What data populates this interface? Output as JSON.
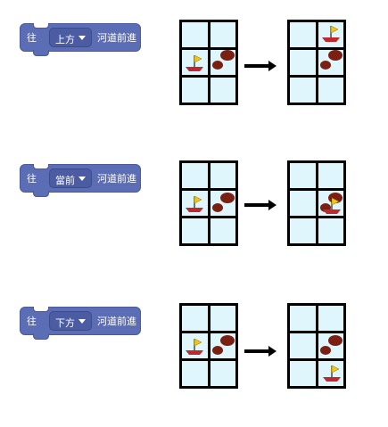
{
  "rows": [
    {
      "prefix": "往",
      "dropdown": "上方",
      "suffix": "河道前進"
    },
    {
      "prefix": "往",
      "dropdown": "當前",
      "suffix": "河道前進"
    },
    {
      "prefix": "往",
      "dropdown": "下方",
      "suffix": "河道前進"
    }
  ],
  "colors": {
    "block": "#5b6eb5",
    "water": "#dff6fd",
    "boat_hull": "#c0282d",
    "flag": "#f4c514",
    "rock": "#7a1f12"
  },
  "icons": [
    "boat-icon",
    "rock-icon",
    "arrow-right-icon"
  ]
}
